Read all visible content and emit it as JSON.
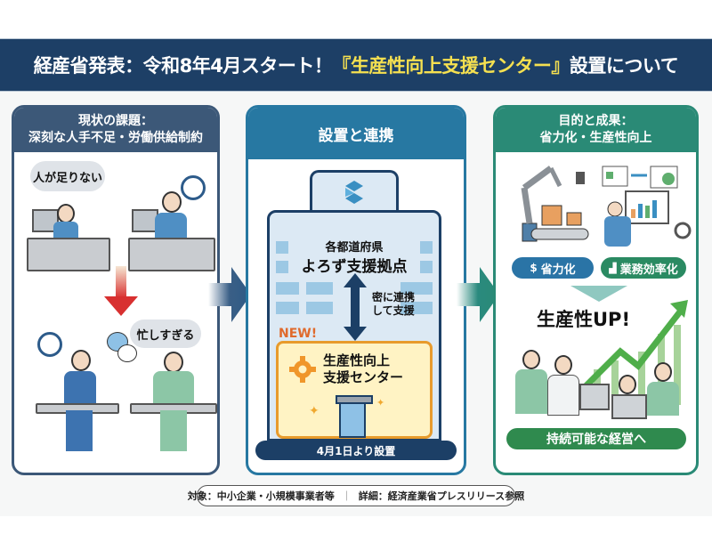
{
  "banner": {
    "prefix": "経産省発表：令和8年4月スタート！",
    "highlight": "『生産性向上支援センター』",
    "suffix": "設置について"
  },
  "panel_current": {
    "title_line1": "現状の課題：",
    "title_line2": "深刻な人手不足・労働供給制約",
    "bubble_top": "人が足りない",
    "bubble_bottom": "忙しすぎる"
  },
  "panel_setup": {
    "title": "設置と連携",
    "hub_line1": "各都道府県",
    "hub_line2": "よろず支援拠点",
    "link_line1": "密に連携",
    "link_line2": "して支援",
    "new_badge": "NEW!",
    "center_line1": "生産性向上",
    "center_line2": "支援センター",
    "date_label": "4月1日より設置"
  },
  "panel_goal": {
    "title_line1": "目的と成果：",
    "title_line2": "省力化・生産性向上",
    "pill_left": "省力化",
    "pill_right": "業務効率化",
    "headline": "生産性UP!",
    "bottom_label": "持続可能な経営へ"
  },
  "footer": {
    "target": "対象：中小企業・小規模事業者等",
    "separator": "｜",
    "detail": "詳細：経済産業省プレスリリース参照"
  },
  "colors": {
    "banner": "#1d3f66",
    "highlight": "#f5e050",
    "panel_current": "#3c5878",
    "panel_setup": "#2778a2",
    "panel_goal": "#2a8a76",
    "new_accent": "#e89b2c"
  },
  "icons": [
    "clock-icon",
    "stress-scribble-icon",
    "chat-bubbles-icon",
    "down-arrow-icon",
    "logo-icon",
    "bidirectional-arrow-icon",
    "gear-icon",
    "sparkle-icon",
    "coin-hand-icon",
    "bar-chart-icon",
    "robot-arm-icon",
    "growth-arrow-icon",
    "right-arrow-icon"
  ]
}
